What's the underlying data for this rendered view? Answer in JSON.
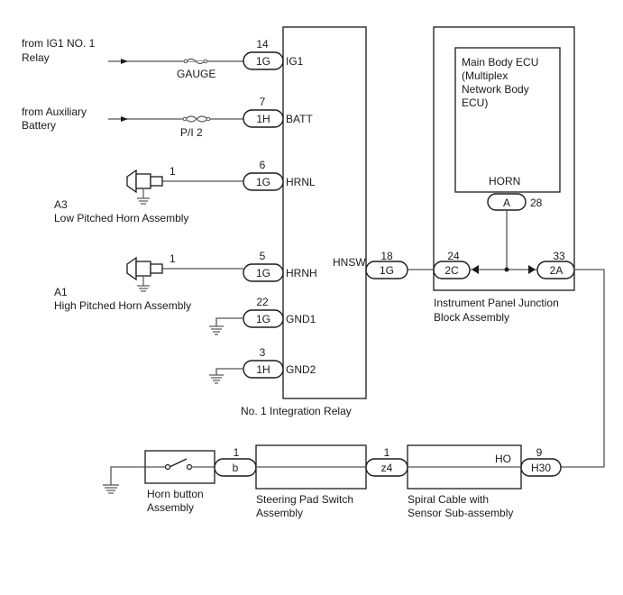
{
  "sources": {
    "ig1_line1": "from IG1 NO. 1",
    "ig1_line2": "Relay",
    "aux_line1": "from Auxiliary",
    "aux_line2": "Battery"
  },
  "fuses": {
    "gauge": "GAUGE",
    "pi2": "P/I 2"
  },
  "integration_relay": {
    "title": "No. 1 Integration Relay",
    "pins": [
      {
        "num": "14",
        "conn": "1G",
        "name": "IG1"
      },
      {
        "num": "7",
        "conn": "1H",
        "name": "BATT"
      },
      {
        "num": "6",
        "conn": "1G",
        "name": "HRNL"
      },
      {
        "num": "5",
        "conn": "1G",
        "name": "HRNH"
      },
      {
        "num": "22",
        "conn": "1G",
        "name": "GND1"
      },
      {
        "num": "3",
        "conn": "1H",
        "name": "GND2"
      }
    ],
    "out_pin": {
      "num": "18",
      "conn": "1G",
      "name": "HNSW"
    }
  },
  "horns": {
    "low": {
      "pin": "1",
      "code": "A3",
      "name": "Low Pitched Horn Assembly"
    },
    "high": {
      "pin": "1",
      "code": "A1",
      "name": "High Pitched Horn Assembly"
    }
  },
  "junction_block": {
    "title_line1": "Instrument Panel Junction",
    "title_line2": "Block Assembly",
    "left": {
      "num": "24",
      "conn": "2C"
    },
    "right": {
      "num": "33",
      "conn": "2A"
    }
  },
  "ecu": {
    "lines": [
      "Main Body ECU",
      "(Multiplex",
      "Network Body",
      "ECU)"
    ],
    "pin_name": "HORN",
    "conn": "A",
    "num": "28"
  },
  "bottom": {
    "horn_button": {
      "line1": "Horn button",
      "line2": "Assembly",
      "pin": "1",
      "conn": "b"
    },
    "steering_pad": {
      "line1": "Steering Pad Switch",
      "line2": "Assembly",
      "pin": "1",
      "conn": "z4"
    },
    "spiral_cable": {
      "line1": "Spiral Cable with",
      "line2": "Sensor Sub-assembly",
      "pin": "9",
      "conn": "H30",
      "name": "HO"
    }
  }
}
